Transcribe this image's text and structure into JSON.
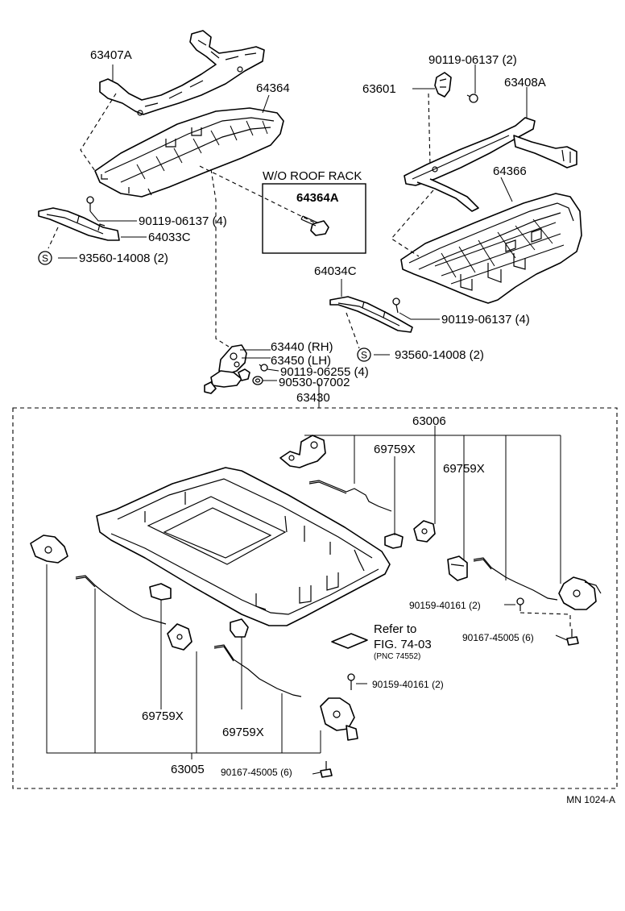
{
  "diagram": {
    "top_parts": {
      "p63407A": "63407A",
      "p64364": "64364",
      "p90119_06137_2": "90119-06137 (2)",
      "p63601": "63601",
      "p63408A": "63408A",
      "p64366": "64366",
      "wo_roof_rack": "W/O  ROOF  RACK",
      "p64364A": "64364A",
      "p90119_06137_4_left": "90119-06137 (4)",
      "p64033C": "64033C",
      "p93560_14008_2_left": "93560-14008 (2)",
      "p64034C": "64034C",
      "p90119_06137_4_right": "90119-06137 (4)",
      "p63440": "63440 (RH)",
      "p63450": "63450 (LH)",
      "p93560_14008_2_right": "93560-14008 (2)",
      "p90119_06255": "90119-06255 (4)",
      "p90530_07002": "90530-07002",
      "p63430": "63430"
    },
    "assembly_parts": {
      "p63006": "63006",
      "p69759X_a": "69759X",
      "p69759X_b": "69759X",
      "p90159_40161_right": "90159-40161 (2)",
      "p90167_45005_right": "90167-45005 (6)",
      "refer_to": "Refer to",
      "fig_ref": "FIG. 74-03",
      "pnc_ref": "(PNC 74552)",
      "p90159_40161_bottom": "90159-40161 (2)",
      "p69759X_c": "69759X",
      "p69759X_d": "69759X",
      "p63005": "63005",
      "p90167_45005_bottom": "90167-45005 (6)"
    },
    "screw_symbol": "S",
    "code": "MN  1024-A"
  }
}
